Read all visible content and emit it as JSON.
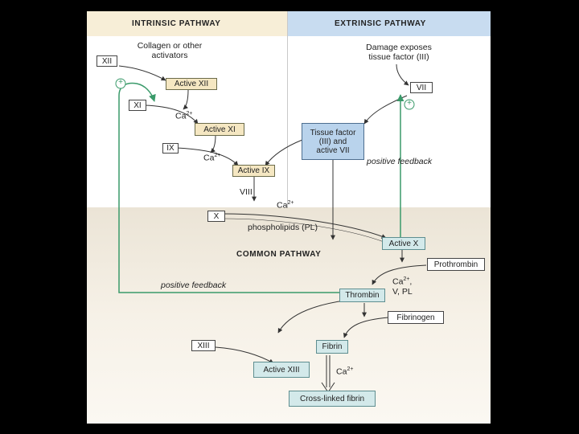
{
  "headers": {
    "intrinsic": "INTRINSIC PATHWAY",
    "extrinsic": "EXTRINSIC PATHWAY",
    "common": "COMMON PATHWAY"
  },
  "intrinsic": {
    "activators_line1": "Collagen or other",
    "activators_line2": "activators",
    "factor_xii": "XII",
    "active_xii": "Active XII",
    "factor_xi": "XI",
    "ca_1": "Ca",
    "active_xi": "Active XI",
    "factor_ix": "IX",
    "ca_2": "Ca",
    "active_ix": "Active IX",
    "factor_viii": "VIII",
    "plus_sign": "+"
  },
  "extrinsic": {
    "damage_line1": "Damage exposes",
    "damage_line2": "tissue factor (III)",
    "factor_vii": "VII",
    "tissue_factor_line1": "Tissue factor",
    "tissue_factor_line2": "(III) and",
    "tissue_factor_line3": "active VII",
    "positive_feedback": "positive feedback",
    "plus_sign": "+"
  },
  "common": {
    "ca_3": "Ca",
    "factor_x": "X",
    "phospholipids": "phospholipids (PL)",
    "active_x": "Active X",
    "prothrombin": "Prothrombin",
    "ca_v_pl_line1": "Ca",
    "ca_v_pl_line2": "V, PL",
    "positive_feedback": "positive feedback",
    "thrombin": "Thrombin",
    "fibrinogen": "Fibrinogen",
    "factor_xiii": "XIII",
    "fibrin": "Fibrin",
    "active_xiii": "Active XIII",
    "ca_4": "Ca",
    "cross_linked_fibrin": "Cross-linked fibrin",
    "superscript": "2+"
  },
  "colors": {
    "feedback_green": "#3a9a6a",
    "arrow_dark": "#333333"
  }
}
